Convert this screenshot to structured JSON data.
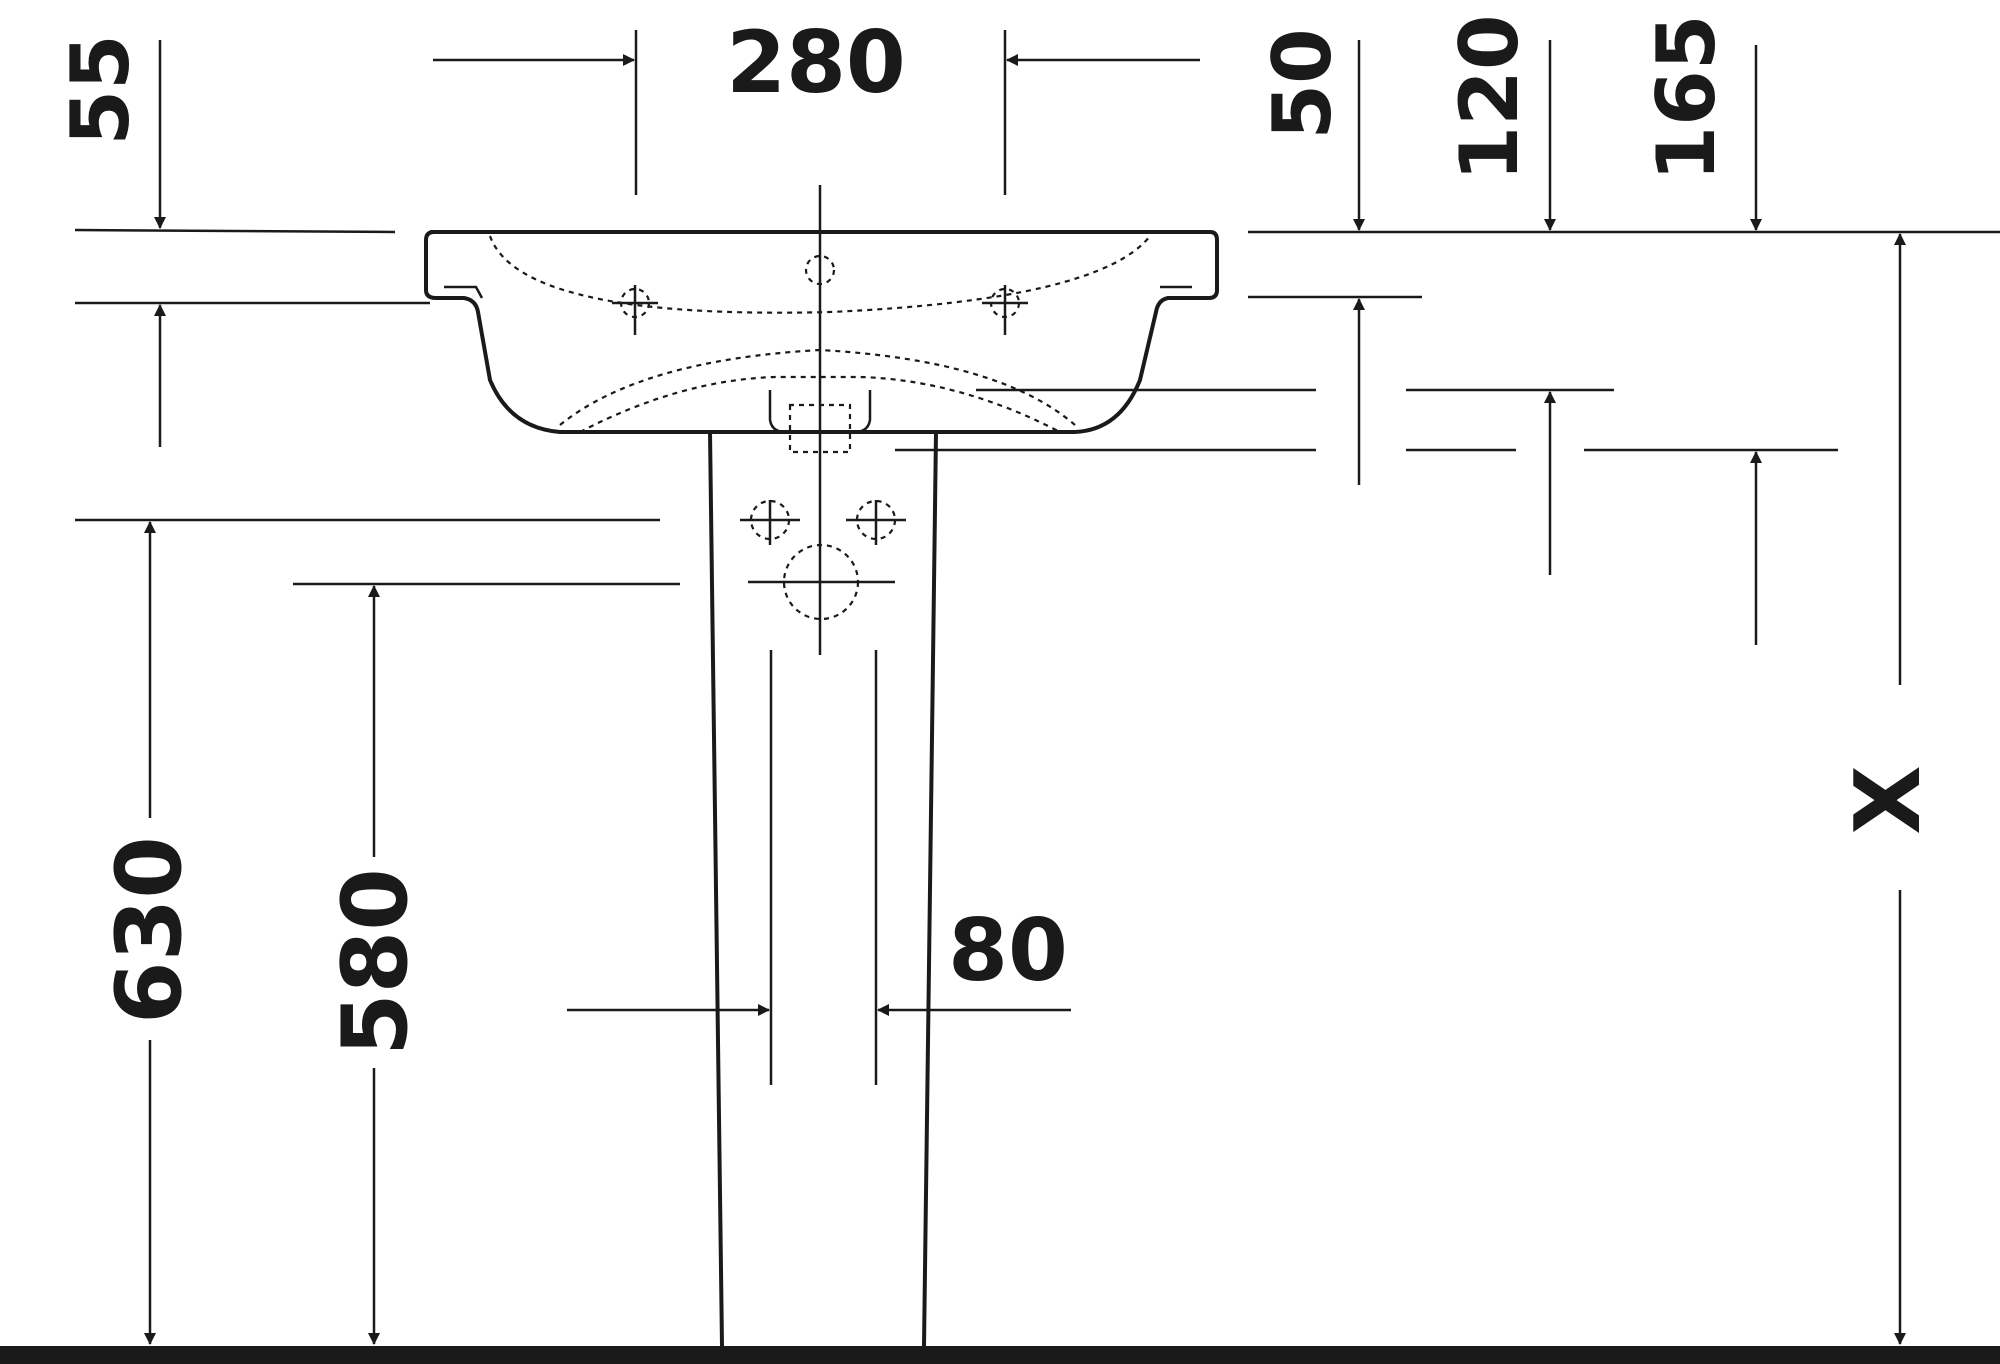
{
  "drawing": {
    "dimensions": {
      "top_width": "280",
      "rim_left": "55",
      "rim_right": "50",
      "drop_120": "120",
      "drop_165": "165",
      "height_630": "630",
      "height_580": "580",
      "pedestal_80": "80",
      "overall": "X"
    },
    "colors": {
      "ink": "#1a1a1a",
      "background": "#ffffff"
    }
  }
}
